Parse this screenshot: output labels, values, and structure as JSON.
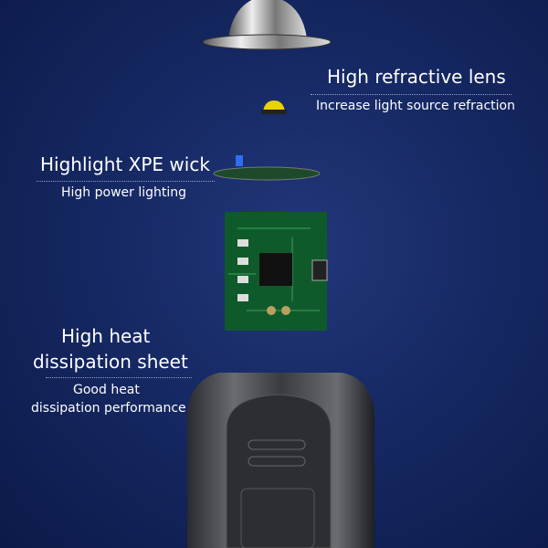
{
  "labels": {
    "lens_title": "High refractive lens",
    "lens_desc": "Increase light source refraction",
    "wick_title": "Highlight XPE wick",
    "wick_desc": "High power lighting",
    "heat_title_line1": "High heat",
    "heat_title_line2": "dissipation sheet",
    "heat_desc_line1": "Good heat",
    "heat_desc_line2": "dissipation performance"
  },
  "colors": {
    "background": "#172a66",
    "pcb": "#0f5a2a",
    "led_yellow": "#e8d200",
    "led_blue": "#2f6df0"
  }
}
